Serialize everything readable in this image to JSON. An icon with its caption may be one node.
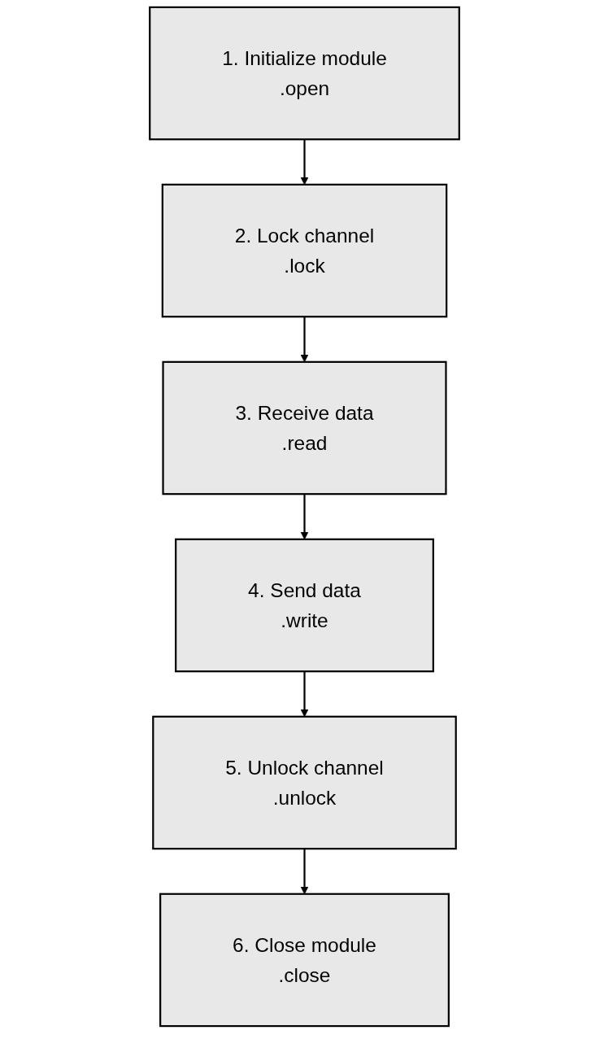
{
  "diagram": {
    "nodes": [
      {
        "text": [
          "1. Initialize module",
          ".open"
        ]
      },
      {
        "text": [
          "2. Lock channel",
          ".lock"
        ]
      },
      {
        "text": [
          "3. Receive data",
          ".read"
        ]
      },
      {
        "text": [
          "4. Send data",
          ".write"
        ]
      },
      {
        "text": [
          "5. Unlock channel",
          ".unlock"
        ]
      },
      {
        "text": [
          "6. Close module",
          ".close"
        ]
      }
    ],
    "edges": [
      {
        "from": 0,
        "to": 1,
        "arrow": "to"
      },
      {
        "from": 1,
        "to": 2,
        "arrow": "to"
      },
      {
        "from": 2,
        "to": 3,
        "arrow": "to"
      },
      {
        "from": 3,
        "to": 4,
        "arrow": "to"
      },
      {
        "from": 4,
        "to": 5,
        "arrow": "to"
      }
    ]
  }
}
